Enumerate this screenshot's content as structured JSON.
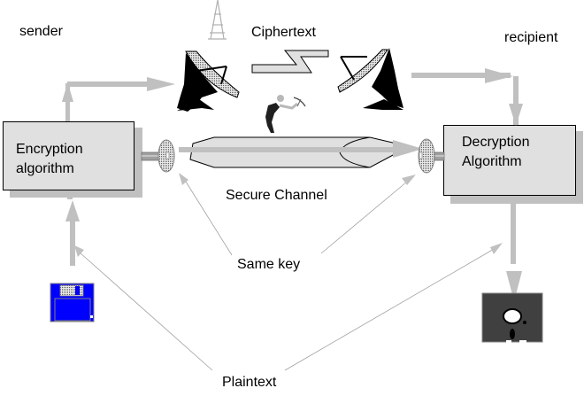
{
  "diagram": {
    "title": "Symmetric encryption over a secure channel",
    "labels": {
      "sender": "sender",
      "recipient": "recipient",
      "ciphertext": "Ciphertext",
      "secure_channel": "Secure Channel",
      "same_key": "Same key",
      "plaintext": "Plaintext"
    },
    "nodes": {
      "encryption": {
        "line1": "Encryption",
        "line2": "algorithm"
      },
      "decryption": {
        "line1": "Decryption",
        "line2": "Algorithm"
      }
    },
    "icons": {
      "tower": "radio-tower-icon",
      "sender_dish": "satellite-dish-icon",
      "recipient_dish": "satellite-dish-icon",
      "lightning": "lightning-bolt-icon",
      "eavesdropper": "person-with-pickaxe-icon",
      "channel": "pipe-channel-icon",
      "sender_key": "key-icon",
      "recipient_key": "key-icon",
      "sender_disk": "floppy-disk-icon",
      "recipient_disk": "floppy-disk-5inch-icon"
    },
    "colors": {
      "arrow": "#c0c0c0",
      "box_fill": "#e0e0e0",
      "box_shadow": "#c0c0c0",
      "floppy_blue": "#0000ff",
      "disk_dark": "#404040",
      "thin_line": "#a0a0a0"
    }
  }
}
